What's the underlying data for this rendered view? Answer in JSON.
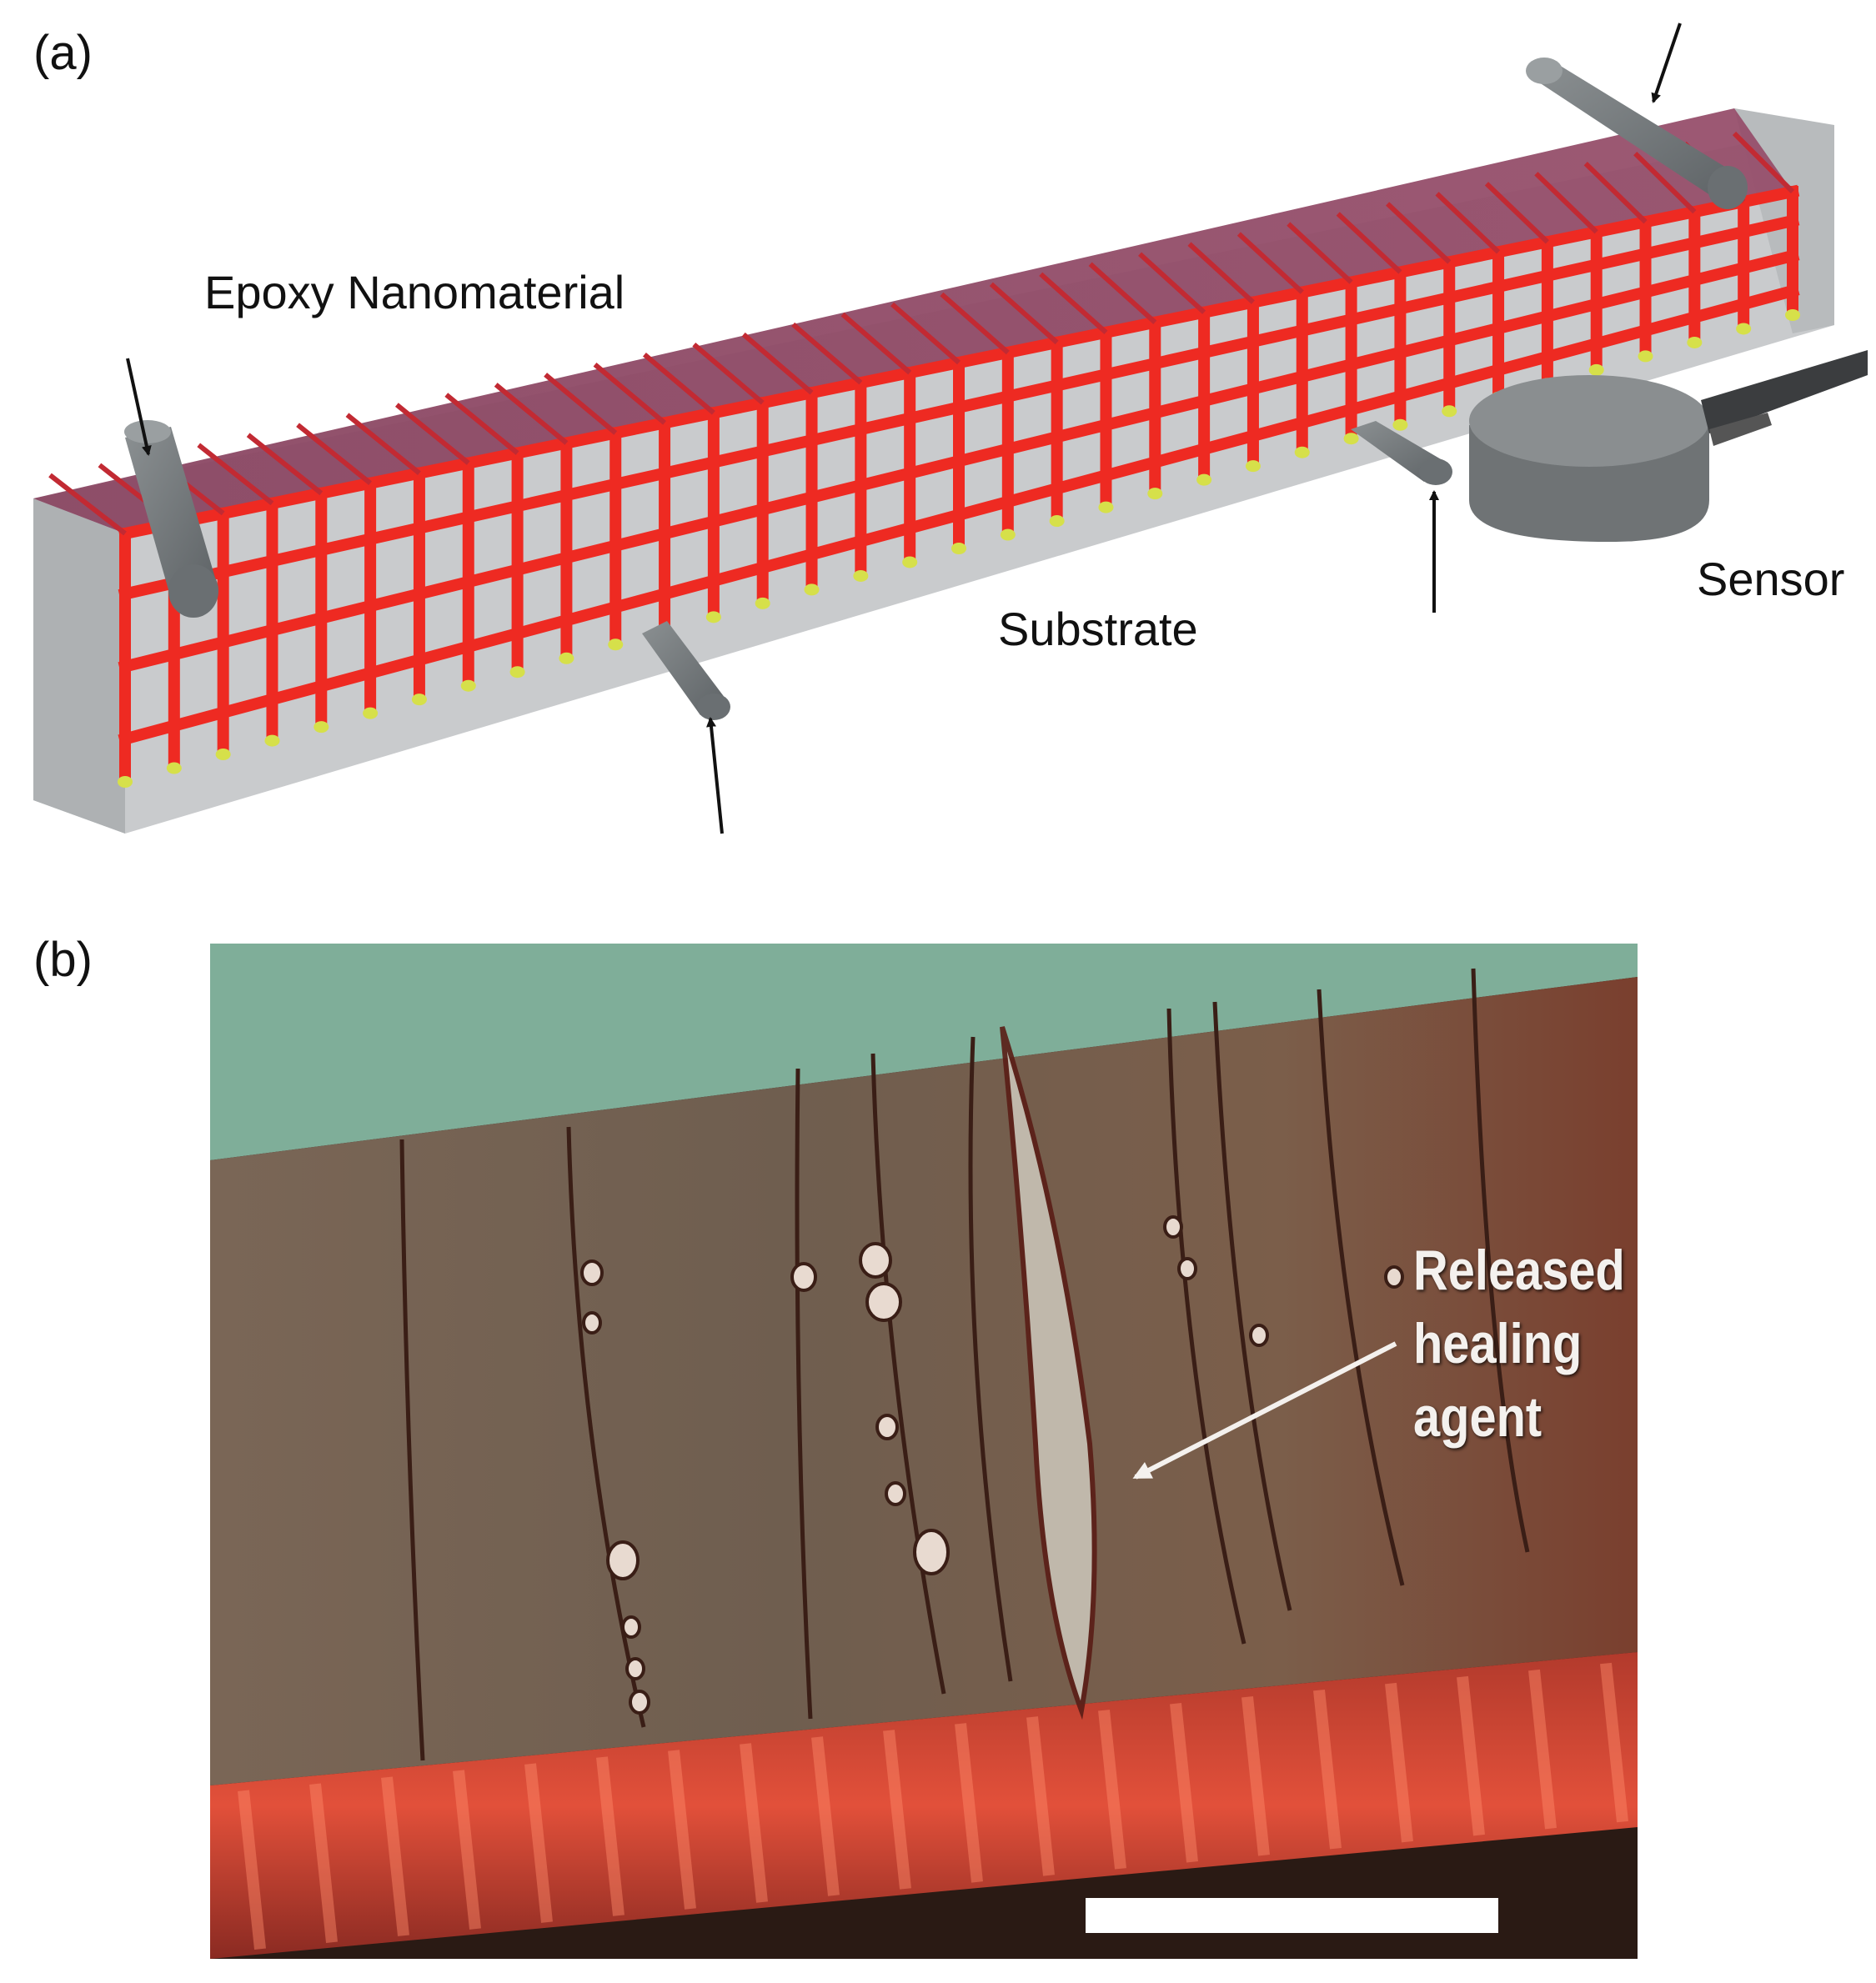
{
  "panels": {
    "a": {
      "letter": "(a)",
      "labels": {
        "epoxy": "Epoxy Nanomaterial",
        "substrate": "Substrate",
        "sensor": "Sensor"
      }
    },
    "b": {
      "letter": "(b)",
      "callout": [
        "Released",
        "healing",
        "agent"
      ]
    }
  },
  "colors": {
    "lattice_red": "#ee2a22",
    "epoxy_purple": "#8c4d67",
    "substrate_grey": "#d0d2d4",
    "roller_grey": "#6e7375",
    "node_yellow": "#d6e04a",
    "photo_bg_teal": "#7fae99",
    "photo_specimen_brown": "#7a6250"
  }
}
